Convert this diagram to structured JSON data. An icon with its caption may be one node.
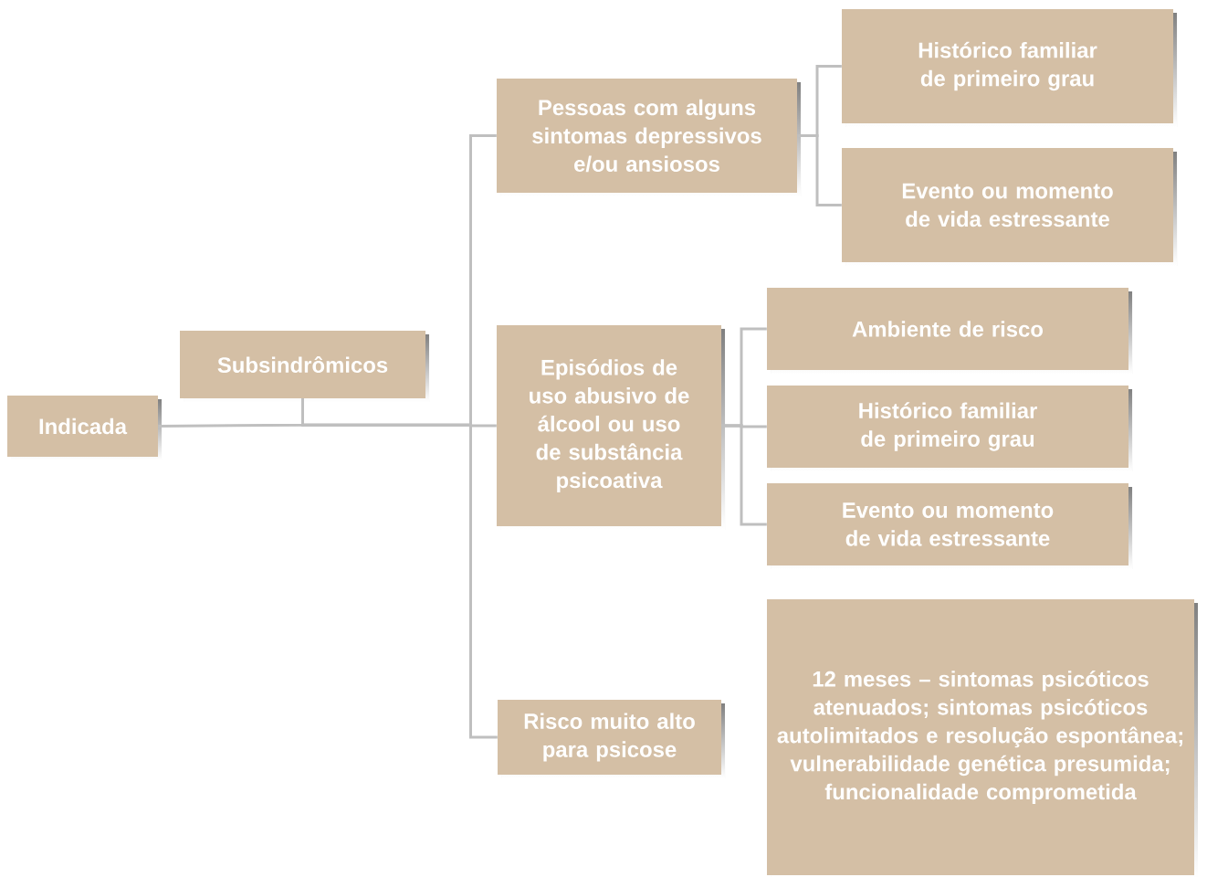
{
  "diagram": {
    "nodes": [
      {
        "text": [
          "Indicada"
        ]
      },
      {
        "text": [
          "Subsindrômicos"
        ]
      },
      {
        "text": [
          "Pessoas com alguns sintomas depressivos e/ou ansiosos"
        ]
      },
      {
        "text": [
          "Histórico familiar de primeiro grau"
        ]
      },
      {
        "text": [
          "Evento ou momento de vida estressante"
        ]
      },
      {
        "text": [
          "Episódios de uso abusivo de álcool ou uso de substância psicoativa"
        ]
      },
      {
        "text": [
          "Ambiente de risco"
        ]
      },
      {
        "text": [
          "Histórico familiar de primeiro grau"
        ]
      },
      {
        "text": [
          "Evento ou momento de vida estressante"
        ]
      },
      {
        "text": [
          "Risco muito alto para psicose"
        ]
      },
      {
        "text": [
          "12 meses – sintomas psicóticos atenuados; sintomas psicóticos autolimitados e resolução espontânea; vulnerabilidade genética presumida; funcionalidade comprometida"
        ]
      }
    ],
    "edges": [
      {
        "from": 0,
        "to": 1,
        "arrow": "none"
      },
      {
        "from": 1,
        "to": 2,
        "arrow": "none"
      },
      {
        "from": 1,
        "to": 5,
        "arrow": "none"
      },
      {
        "from": 1,
        "to": 9,
        "arrow": "none"
      },
      {
        "from": 2,
        "to": 3,
        "arrow": "none"
      },
      {
        "from": 2,
        "to": 4,
        "arrow": "none"
      },
      {
        "from": 5,
        "to": 6,
        "arrow": "none"
      },
      {
        "from": 5,
        "to": 7,
        "arrow": "none"
      },
      {
        "from": 5,
        "to": 8,
        "arrow": "none"
      }
    ]
  }
}
